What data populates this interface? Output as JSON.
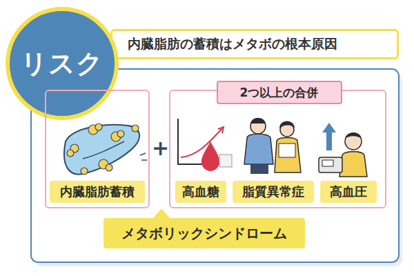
{
  "diagram": {
    "nodes": [
      {
        "text": [
          "リスク"
        ]
      },
      {
        "text": [
          "内臓脂肪の蓄積はメタボの根本原因"
        ]
      },
      {
        "text": [
          "内臓脂肪蓄積"
        ]
      },
      {
        "text": [
          "2つ以上の合併"
        ]
      },
      {
        "text": [
          "高血糖"
        ],
        "in": 3
      },
      {
        "text": [
          "脂質異常症"
        ],
        "in": 3
      },
      {
        "text": [
          "高血圧"
        ],
        "in": 3
      },
      {
        "text": [
          "メタボリックシンドローム"
        ]
      }
    ],
    "labels": [
      "+"
    ]
  }
}
